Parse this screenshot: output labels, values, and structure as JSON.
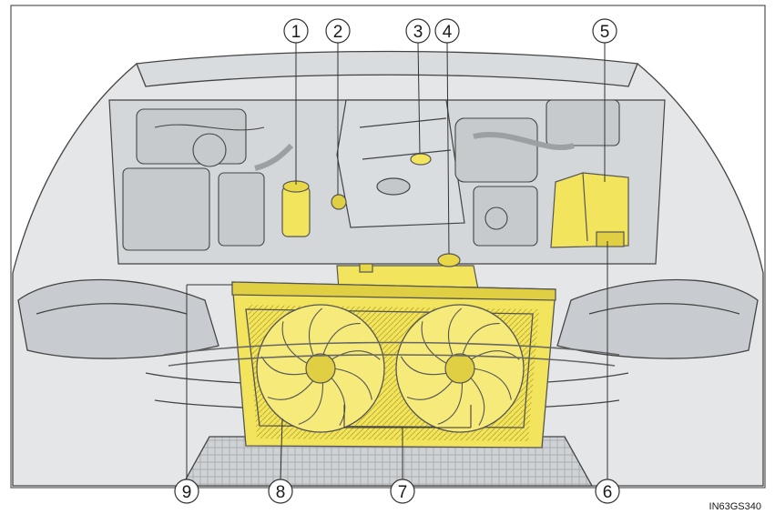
{
  "figure": {
    "code": "IN63GS340",
    "callouts": [
      {
        "label": "1"
      },
      {
        "label": "2"
      },
      {
        "label": "3"
      },
      {
        "label": "4"
      },
      {
        "label": "5"
      },
      {
        "label": "6"
      },
      {
        "label": "7"
      },
      {
        "label": "8"
      },
      {
        "label": "9"
      }
    ]
  },
  "colors": {
    "highlight": "#f2e45c",
    "highlight_dark": "#d6c31e",
    "engine_gray": "#d2d5d8",
    "body_gray": "#e2e4e6",
    "outline": "#3b3b3b"
  }
}
